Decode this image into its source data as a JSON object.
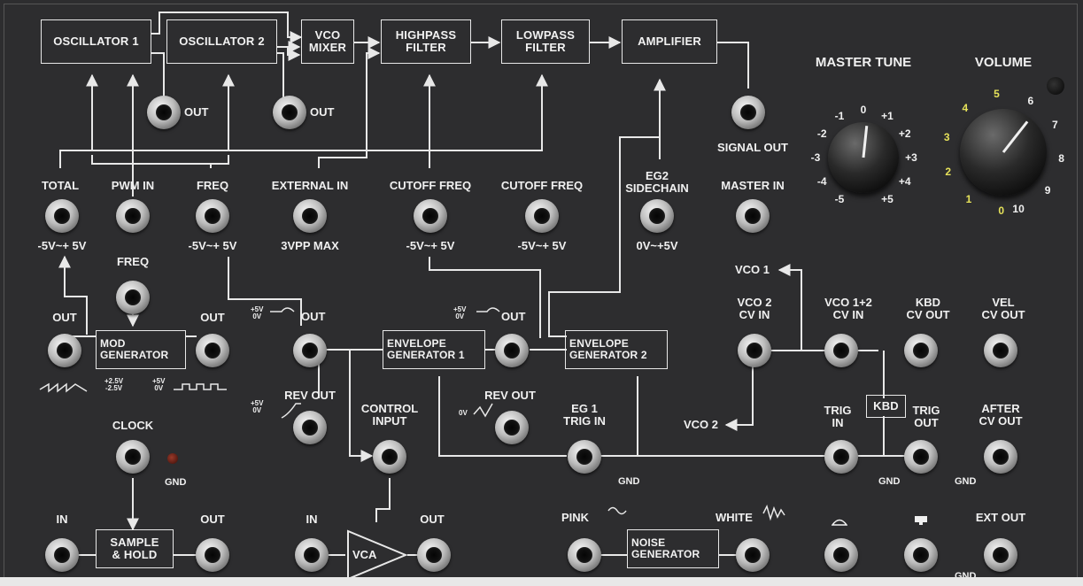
{
  "modules": {
    "oscillator1": "OSCILLATOR 1",
    "oscillator2": "OSCILLATOR 2",
    "vco_mixer": "VCO\nMIXER",
    "highpass": "HIGHPASS\nFILTER",
    "lowpass": "LOWPASS\nFILTER",
    "amplifier": "AMPLIFIER",
    "mod_generator": "MOD\nGENERATOR",
    "env1": "ENVELOPE\nGENERATOR 1",
    "env2": "ENVELOPE\nGENERATOR 2",
    "kbd": "KBD",
    "sample_hold": "SAMPLE\n& HOLD",
    "vca": "VCA",
    "noise": "NOISE\nGENERATOR"
  },
  "labels": {
    "out": "OUT",
    "total": "TOTAL",
    "pwm_in": "PWM IN",
    "freq": "FREQ",
    "external_in": "EXTERNAL IN",
    "cutoff_freq": "CUTOFF FREQ",
    "eg2_sidechain": "EG2\nSIDECHAIN",
    "master_in": "MASTER IN",
    "signal_out": "SIGNAL OUT",
    "master_tune": "MASTER  TUNE",
    "volume": "VOLUME",
    "range_5v": "-5V~+ 5V",
    "range_3vpp": "3VPP MAX",
    "range_0_5v": "0V~+5V",
    "mod_freq": "FREQ",
    "rev_out": "REV OUT",
    "control_input": "CONTROL\nINPUT",
    "eg1_trig_in": "EG 1\nTRIG IN",
    "vco1": "VCO 1",
    "vco2": "VCO 2",
    "vco2_cv_in": "VCO 2\nCV IN",
    "vco12_cv_in": "VCO 1+2\nCV IN",
    "kbd_cv_out": "KBD\nCV OUT",
    "vel_cv_out": "VEL\nCV OUT",
    "trig_in": "TRIG\nIN",
    "trig_out": "TRIG\nOUT",
    "after_cv_out": "AFTER\nCV OUT",
    "clock": "CLOCK",
    "gnd": "GND",
    "in": "IN",
    "pink": "PINK",
    "white": "WHITE",
    "ext_out": "EXT OUT",
    "env_levels": "+5V\n0V",
    "rev_levels": "+5V\n0V",
    "rev0v": "0V",
    "mod_levels_a": "+2.5V\n-2.5V",
    "mod_levels_b": "+5V\n0V"
  },
  "master_tune_scale": [
    "-5",
    "-4",
    "-3",
    "-2",
    "-1",
    "0",
    "+1",
    "+2",
    "+3",
    "+4",
    "+5"
  ],
  "volume_scale": [
    "0",
    "1",
    "2",
    "3",
    "4",
    "5",
    "6",
    "7",
    "8",
    "9",
    "10"
  ],
  "controls": {
    "master_tune_value": 0.2,
    "volume_value": 6.3
  },
  "colors": {
    "panel": "#2d2d2f",
    "line": "#e8e8e8",
    "volume_scale_low": "#e6e25a"
  }
}
